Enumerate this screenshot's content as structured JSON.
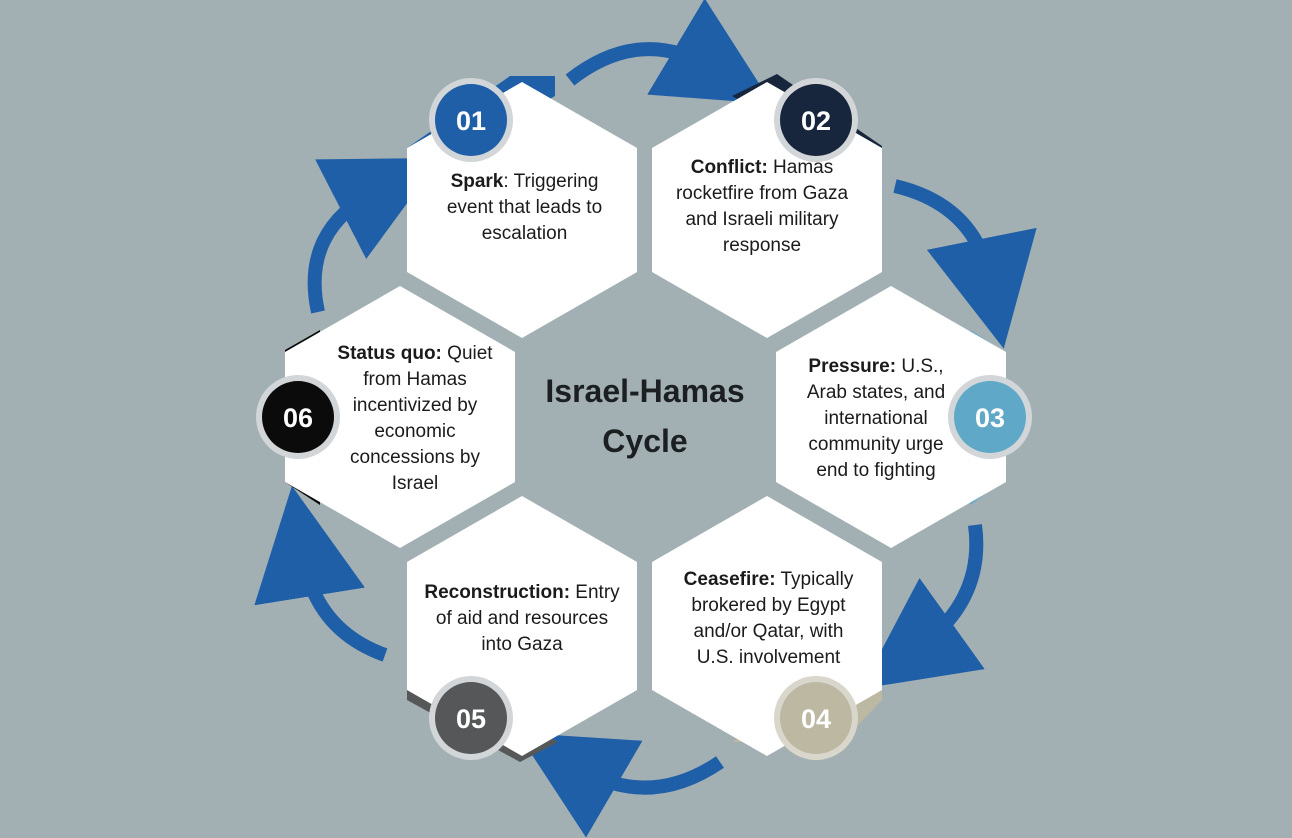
{
  "title": {
    "line1": "Israel-Hamas",
    "line2": "Cycle"
  },
  "steps": [
    {
      "number": "01",
      "heading": "Spark",
      "separator": ":",
      "text": " Triggering event that leads to escalation",
      "color": "#1f5fa8"
    },
    {
      "number": "02",
      "heading": "Conflict:",
      "separator": "",
      "text": " Hamas rocketfire from Gaza and Israeli military response",
      "color": "#17263d"
    },
    {
      "number": "03",
      "heading": "Pressure:",
      "separator": "",
      "text": " U.S., Arab states, and international community urge end to fighting",
      "color": "#5fa8c8"
    },
    {
      "number": "04",
      "heading": "Ceasefire:",
      "separator": "",
      "text": " Typically brokered by Egypt and/or Qatar, with U.S. involvement",
      "color": "#bdb8a2"
    },
    {
      "number": "05",
      "heading": "Reconstruction:",
      "separator": "",
      "text": " Entry of aid and resources into Gaza",
      "color": "#555759"
    },
    {
      "number": "06",
      "heading": "Status quo:",
      "separator": "",
      "text": " Quiet from Hamas incentivized by economic concessions by Israel",
      "color": "#0b0b0b"
    }
  ],
  "colors": {
    "background": "#a2b0b4",
    "arrow": "#1f5fa8",
    "hexagon": "#ffffff"
  }
}
